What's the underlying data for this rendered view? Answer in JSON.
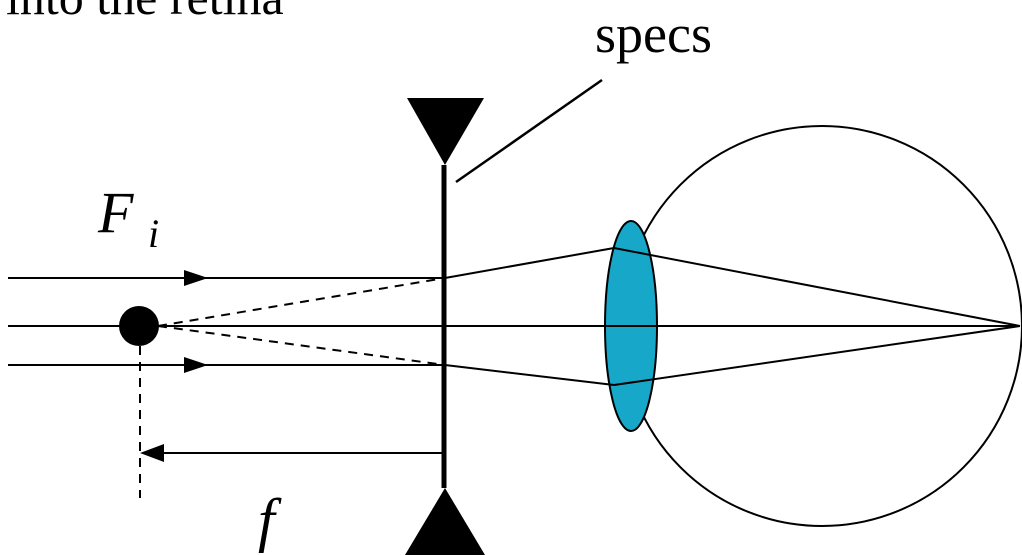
{
  "labels": {
    "top_partial": "into the retina",
    "specs": "specs",
    "focal_point_main": "F",
    "focal_point_sub": "i",
    "focal_length": "f"
  },
  "colors": {
    "ink": "#000000",
    "eye_lens": "#17a7c8",
    "background": "#ffffff"
  },
  "icons": {
    "ray_arrowhead": "arrow-right",
    "focal_length_arrowhead": "arrow-left",
    "specs_lens_mark": "concave-lens-triangles"
  }
}
